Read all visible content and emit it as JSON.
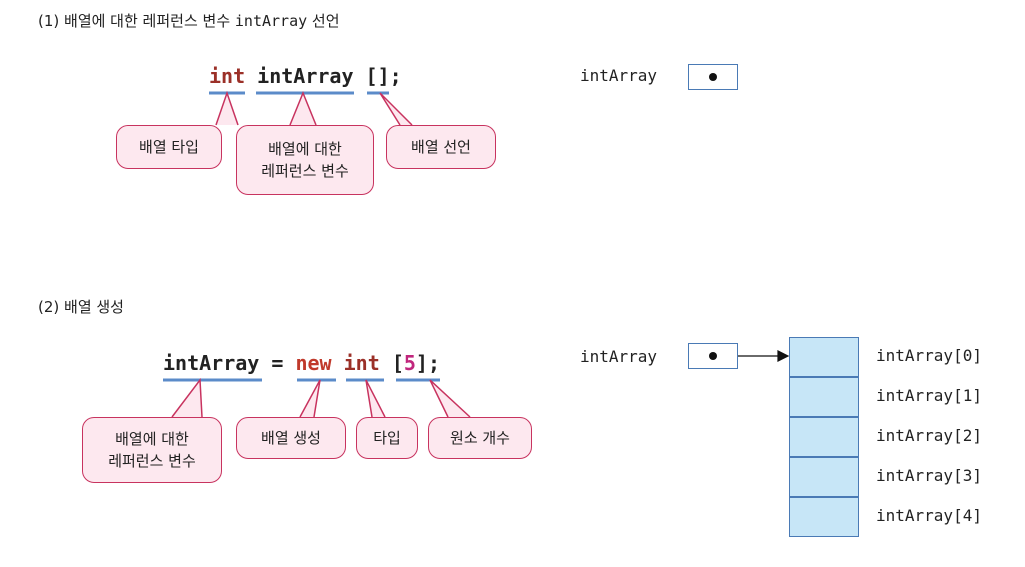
{
  "section1": {
    "heading_prefix": "(1) 배열에 대한 레퍼런스 변수 ",
    "heading_code": "intArray",
    "heading_suffix": " 선언",
    "code": {
      "int": "int",
      "name": "intArray",
      "brackets": "[];"
    },
    "callouts": [
      "배열 타입",
      "배열에 대한\n레퍼런스 변수",
      "배열 선언"
    ],
    "ref_label": "intArray"
  },
  "section2": {
    "heading": "(2) 배열 생성",
    "code": {
      "name": "intArray",
      "eq": "=",
      "new": "new",
      "int": "int",
      "open": "[",
      "num": "5",
      "close": "];"
    },
    "callouts": [
      "배열에 대한\n레퍼런스 변수",
      "배열 생성",
      "타입",
      "원소 개수"
    ],
    "ref_label": "intArray",
    "cells": [
      "intArray[0]",
      "intArray[1]",
      "intArray[2]",
      "intArray[3]",
      "intArray[4]"
    ]
  },
  "colors": {
    "callout_border": "#c8335f",
    "callout_fill": "#fde8ef",
    "underline": "#5b8bc9",
    "cell_fill": "#c7e6f7",
    "keyword": "#9b3028",
    "number": "#c0267d"
  }
}
